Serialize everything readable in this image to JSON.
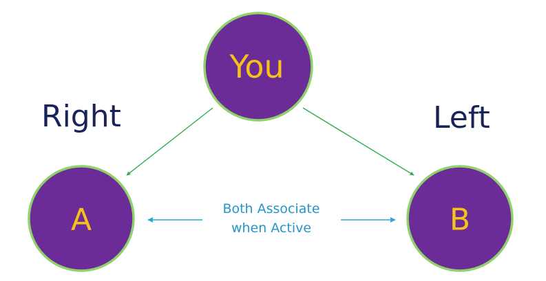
{
  "nodes": {
    "you": {
      "label": "You"
    },
    "a": {
      "label": "A"
    },
    "b": {
      "label": "B"
    }
  },
  "sides": {
    "right": "Right",
    "left": "Left"
  },
  "association": {
    "line1": "Both Associate",
    "line2": "when Active"
  },
  "colors": {
    "node_fill": "#6b2c98",
    "node_border": "#8fd16a",
    "node_text": "#f5c21a",
    "side_text": "#1a2358",
    "green_arrow": "#2fae4e",
    "blue_arrow": "#27a7df",
    "association_text": "#2596c9"
  }
}
